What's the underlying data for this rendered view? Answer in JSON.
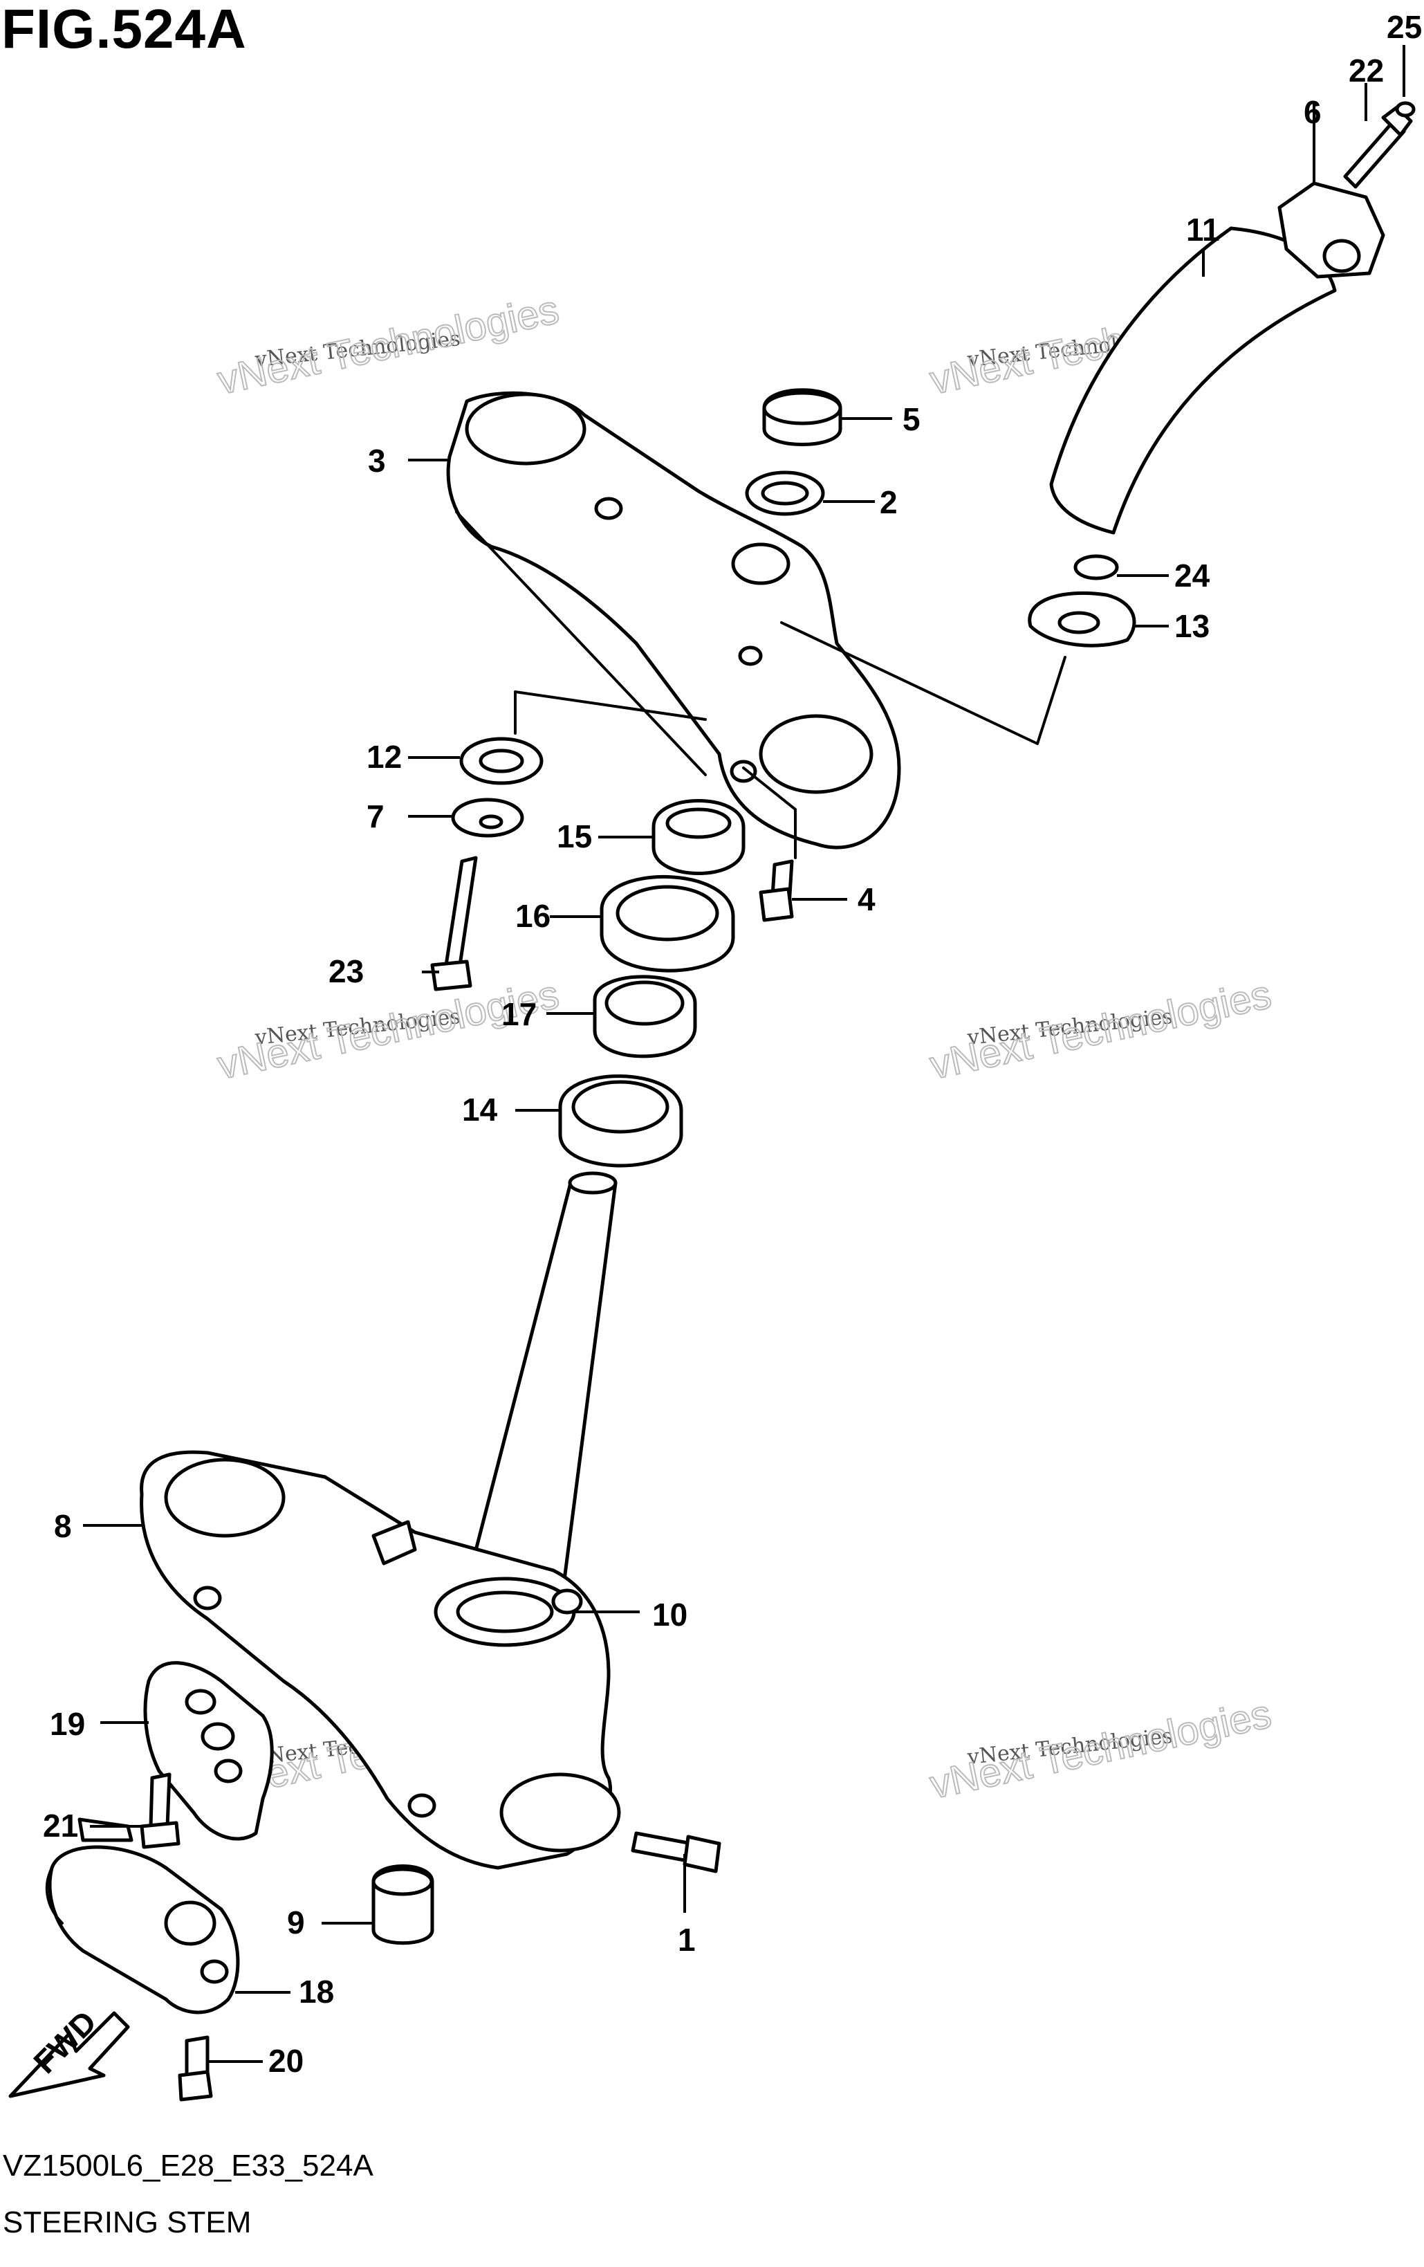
{
  "figure": {
    "title": "FIG.524A",
    "code": "VZ1500L6_E28_E33_524A",
    "name": "STEERING STEM"
  },
  "callouts": [
    "1",
    "2",
    "3",
    "4",
    "5",
    "6",
    "7",
    "8",
    "9",
    "10",
    "11",
    "12",
    "13",
    "14",
    "15",
    "16",
    "17",
    "18",
    "19",
    "20",
    "21",
    "22",
    "23",
    "24",
    "25"
  ],
  "watermark": {
    "line1": "vNext Technologies",
    "line2": "vNext Technologies"
  },
  "fwd_label": "FWD"
}
